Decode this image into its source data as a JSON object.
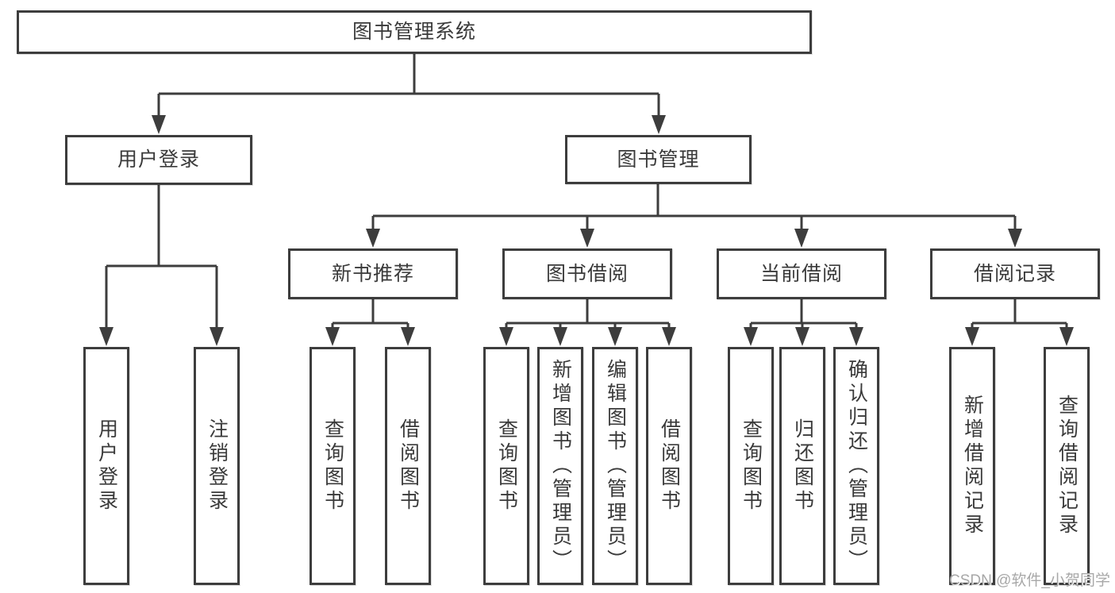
{
  "tree": {
    "label": "图书管理系统",
    "children": [
      {
        "label": "用户登录",
        "children": [
          {
            "label": "用户登录"
          },
          {
            "label": "注销登录"
          }
        ]
      },
      {
        "label": "图书管理",
        "children": [
          {
            "label": "新书推荐",
            "children": [
              {
                "label": "查询图书"
              },
              {
                "label": "借阅图书"
              }
            ]
          },
          {
            "label": "图书借阅",
            "children": [
              {
                "label": "查询图书"
              },
              {
                "label": "新增图书（管理员）"
              },
              {
                "label": "编辑图书（管理员）"
              },
              {
                "label": "借阅图书"
              }
            ]
          },
          {
            "label": "当前借阅",
            "children": [
              {
                "label": "查询图书"
              },
              {
                "label": "归还图书"
              },
              {
                "label": "确认归还（管理员）"
              }
            ]
          },
          {
            "label": "借阅记录",
            "children": [
              {
                "label": "新增借阅记录"
              },
              {
                "label": "查询借阅记录"
              }
            ]
          }
        ]
      }
    ]
  },
  "watermark": {
    "text": "CSDN @软件_小贺同学"
  },
  "colors": {
    "line": "#3d3d3d",
    "text": "#3a3a3a",
    "watermark": "#a8a8a8",
    "background": "#ffffff"
  }
}
